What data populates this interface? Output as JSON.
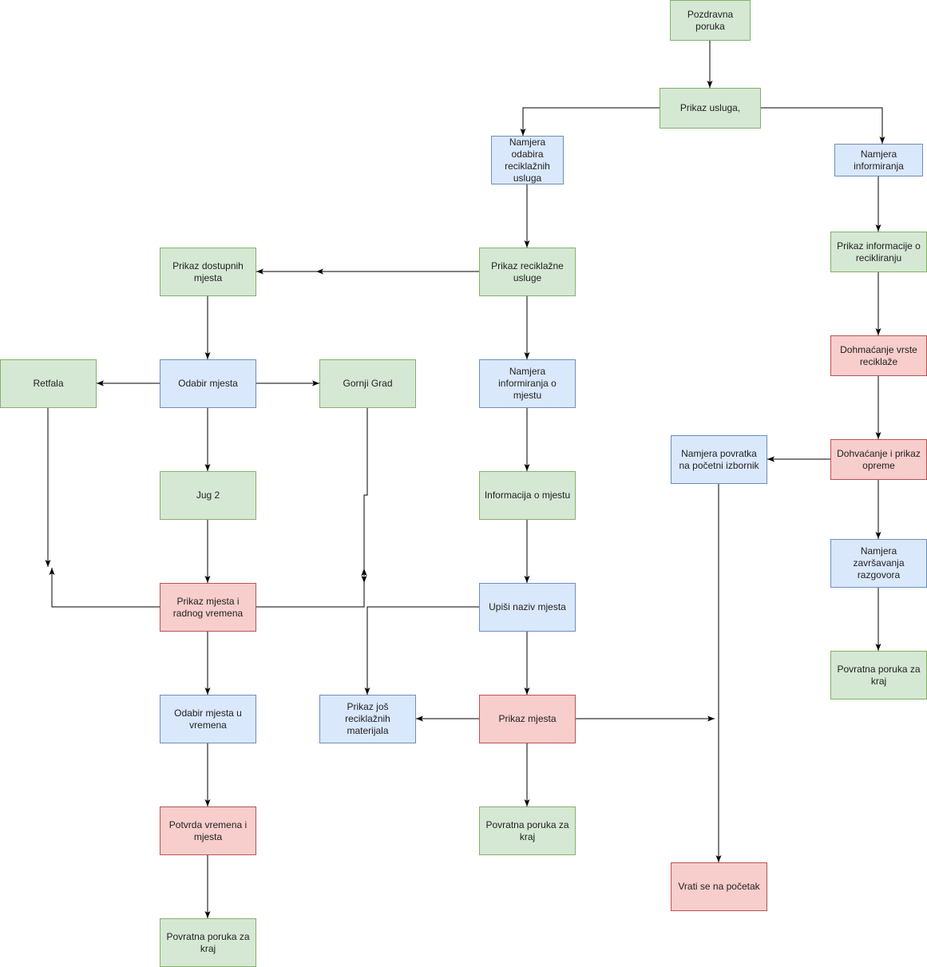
{
  "colors": {
    "green_fill": "#d5e8d4",
    "green_stroke": "#82b366",
    "blue_fill": "#dae8fc",
    "blue_stroke": "#6c8ebf",
    "red_fill": "#f8cecc",
    "red_stroke": "#b85450",
    "edge": "#000000"
  },
  "nodes": {
    "pozdravna": "Pozdravna poruka",
    "prikaz_usluga": "Prikaz usluga,",
    "namjera_odabira": "Namjera odabira reciklažnih usluga",
    "namjera_info": "Namjera informiranja",
    "prikaz_info_recikl": "Prikaz informacije o recikliranju",
    "dohmacanje": "Dohmaćanje vrste reciklaže",
    "dohvacanje": "Dohvaćanje i prikaz opreme",
    "namjera_zavrsavanja": "Namjera završavanja razgovora",
    "povratna_right": "Povratna poruka za kraj",
    "namjera_povratka": "Namjera povratka na početni izbornik",
    "vrati": "Vrati se na početak",
    "prikaz_recikl_usluge": "Prikaz reciklažne usluge",
    "prikaz_dostupnih": "Prikaz dostupnih mjesta",
    "odabir_mjesta": "Odabir mjesta",
    "retfala": "Retfala",
    "gornji_grad": "Gornji Grad",
    "jug2": "Jug 2",
    "prikaz_mjesta_vremena": "Prikaz mjesta i radnog vremena",
    "odabir_mjesta_vremena": "Odabir mjesta u vremena",
    "potvrda": "Potvrda vremena i mjesta",
    "povratna_left": "Povratna poruka za kraj",
    "namjera_info_mjestu": "Namjera informiranja o mjestu",
    "informacija_mjestu": "Informacija o mjestu",
    "upisi_naziv": "Upiši naziv mjesta",
    "prikaz_mjesta": "Prikaz mjesta",
    "prikaz_jos": "Prikaz još reciklažnih materijala",
    "povratna_mid": "Povratna poruka za kraj"
  }
}
